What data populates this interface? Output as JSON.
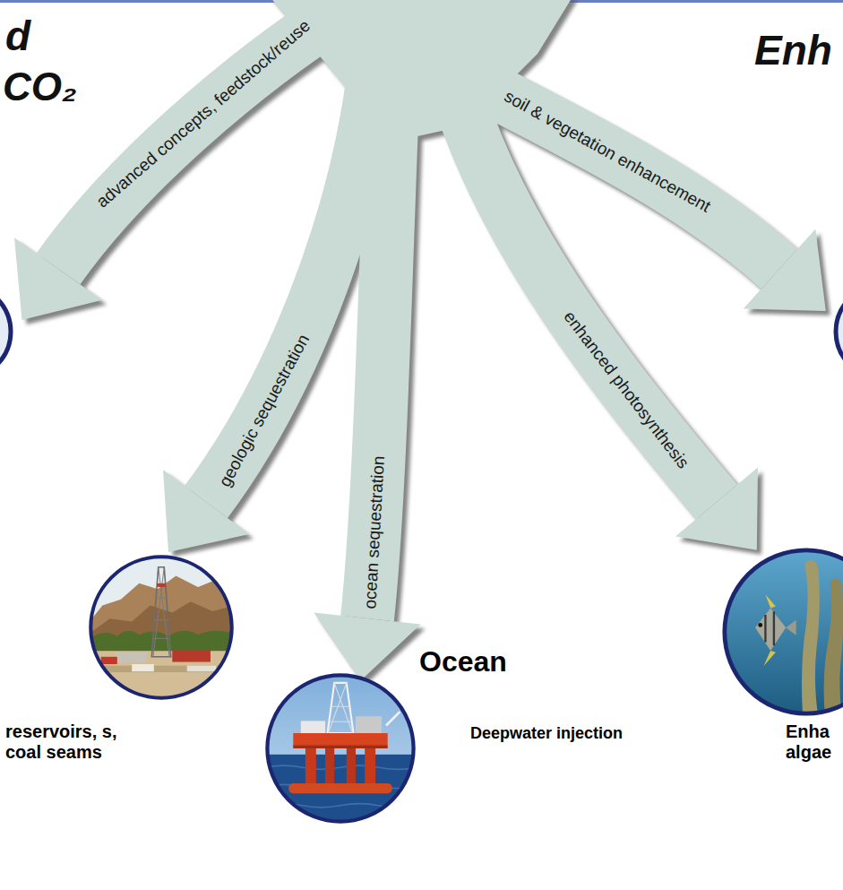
{
  "diagram": {
    "nodes": [
      {
        "text": [
          "reservoirs, s, coal seams"
        ]
      },
      {
        "text": [
          "Ocean",
          "Deepwater injection"
        ]
      },
      {
        "text": [
          "Enha algae"
        ]
      }
    ],
    "labels": [
      "d",
      "CO₂",
      "Enh",
      "advanced concepts, feedstock/reuse",
      "soil & vegetation enhancement",
      "geologic sequestration",
      "ocean sequestration",
      "enhanced photosynthesis"
    ]
  }
}
